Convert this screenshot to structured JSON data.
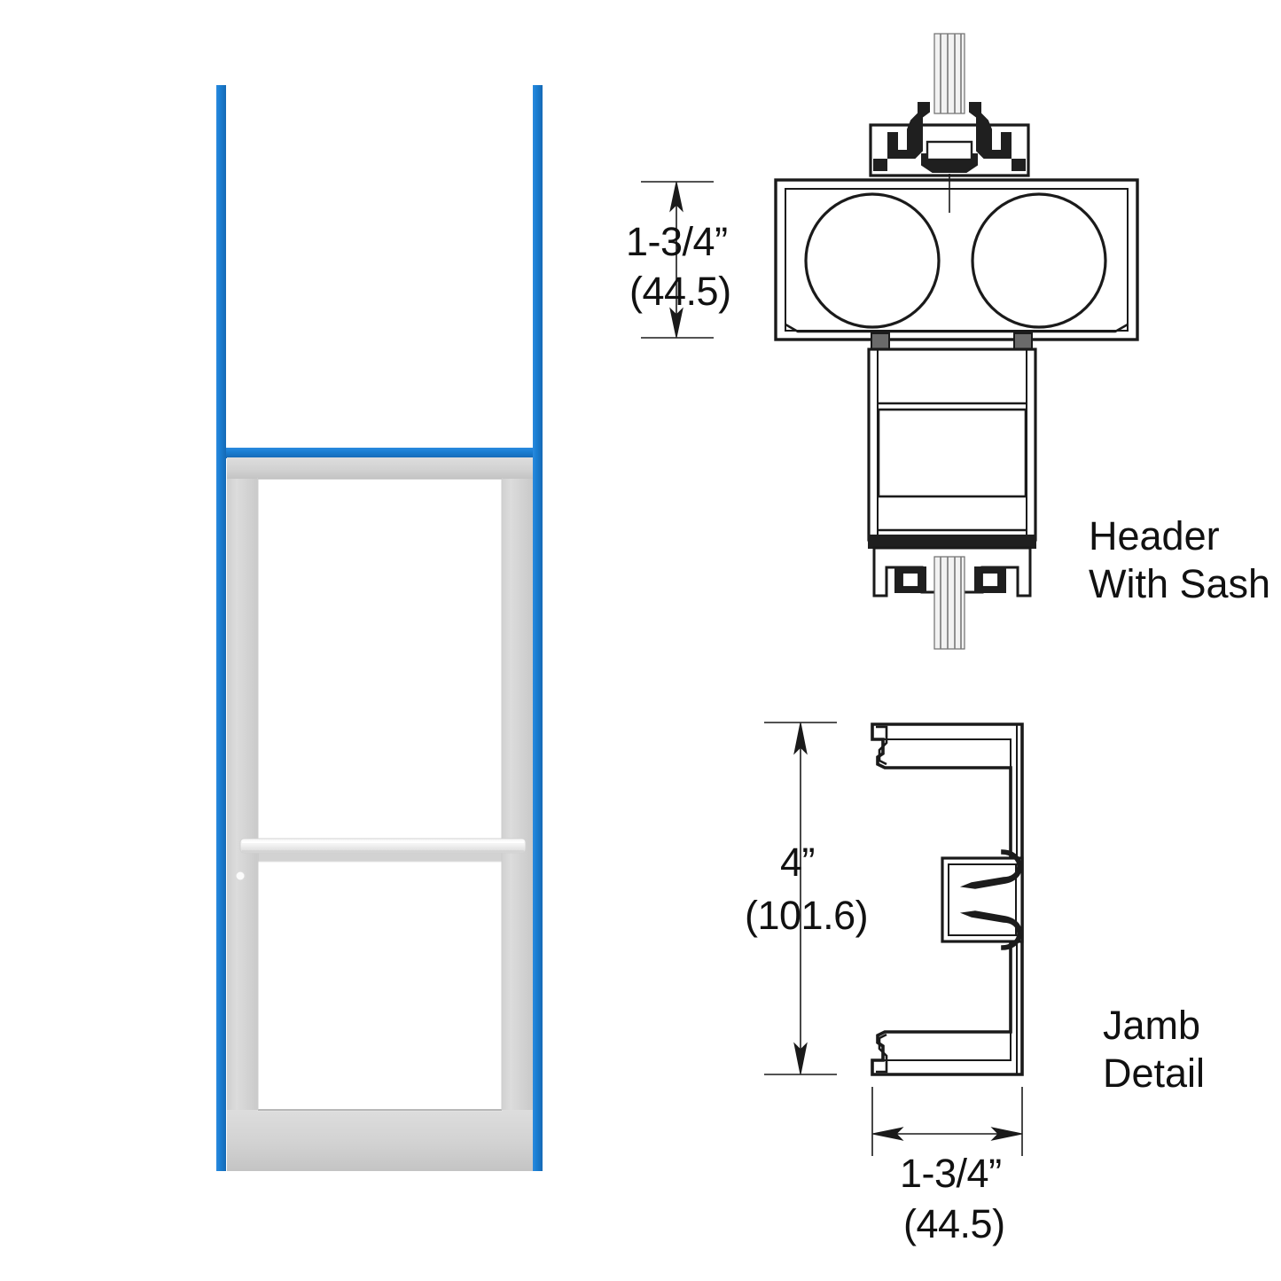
{
  "drawing": {
    "title": "Aluminum Entrance Door - Header and Jamb Details",
    "background_color": "#ffffff",
    "line_color": "#1a1a1a",
    "accent_blue": "#1b7fd4",
    "frame_gray": "#d6d6d6",
    "glass_fill": "#ffffff"
  },
  "elevation": {
    "name": "door-elevation",
    "transom": {
      "label": ""
    },
    "door": {
      "label": ""
    },
    "hardware": {
      "push_bar": "",
      "cylinder": ""
    }
  },
  "header_detail": {
    "label_line1": "Header",
    "label_line2": "With Sash",
    "dimension": {
      "imperial": "1-3/4”",
      "metric": "(44.5)"
    }
  },
  "jamb_detail": {
    "label_line1": "Jamb",
    "label_line2": "Detail",
    "vertical_dimension": {
      "imperial": "4”",
      "metric": "(101.6)"
    },
    "horizontal_dimension": {
      "imperial": "1-3/4”",
      "metric": "(44.5)"
    }
  }
}
